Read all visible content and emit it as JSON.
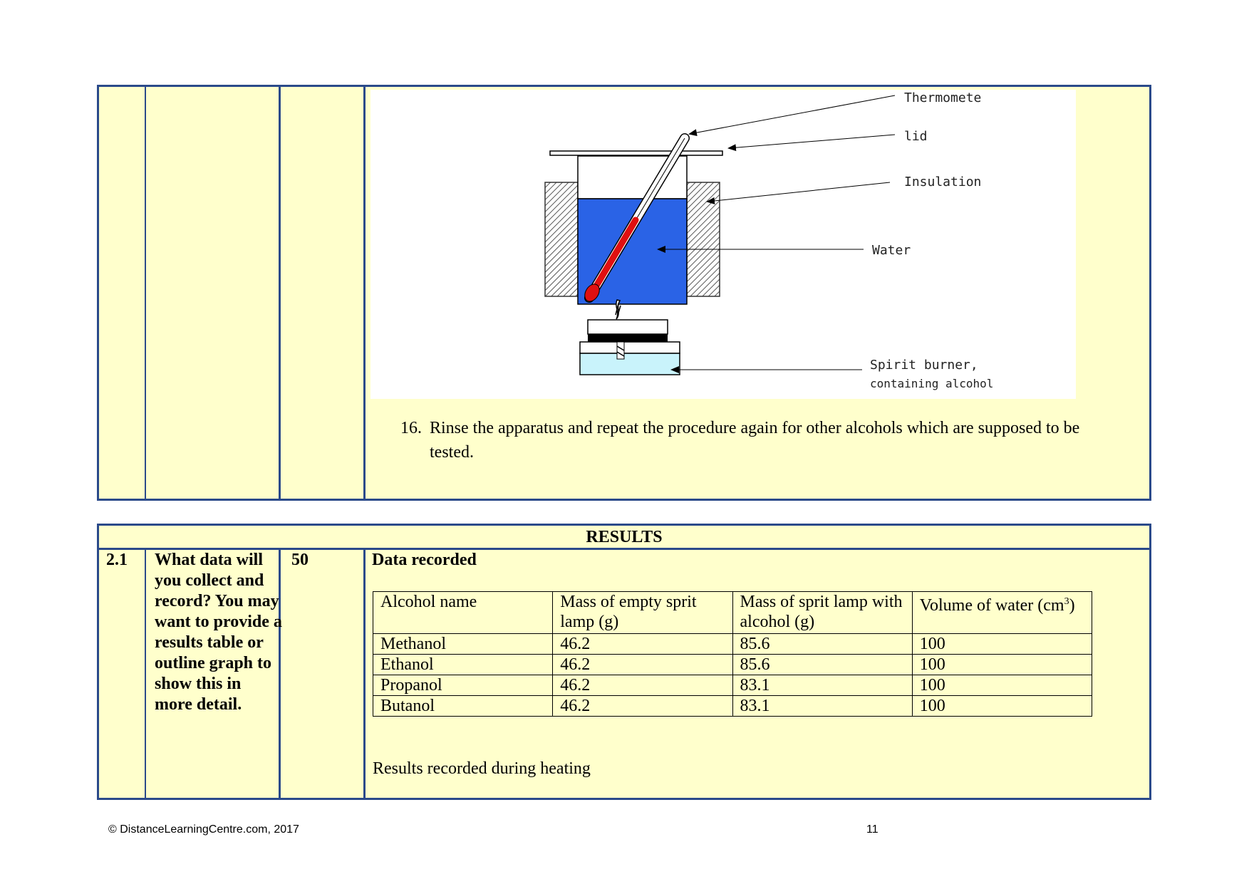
{
  "diagram": {
    "labels": {
      "thermometer": "Thermomete",
      "lid": "lid",
      "insulation": "Insulation",
      "water": "Water",
      "burner_line1": "Spirit burner,",
      "burner_line2": "containing alcohol"
    },
    "colors": {
      "water": "#2a63e6",
      "burner_fluid": "#c9f3fb",
      "thermometer_fluid": "#e01010",
      "insulation": "#b0b0b0"
    }
  },
  "step16": {
    "number": "16.",
    "text": "Rinse the apparatus and repeat the procedure again for other alcohols which are supposed to be tested."
  },
  "results": {
    "header": "RESULTS",
    "question_number": "2.1",
    "question_text": "What data will you collect and record? You may want to provide a results table or outline graph to show this in more detail.",
    "marks": "50",
    "data_recorded_title": "Data recorded",
    "table": {
      "headers": [
        "Alcohol name",
        "Mass of empty sprit lamp (g)",
        "Mass of sprit lamp with alcohol (g)",
        "Volume of water (cm",
        "3",
        ")"
      ],
      "rows": [
        [
          "Methanol",
          "46.2",
          "85.6",
          "100"
        ],
        [
          "Ethanol",
          "46.2",
          "85.6",
          "100"
        ],
        [
          "Propanol",
          "46.2",
          "83.1",
          "100"
        ],
        [
          "Butanol",
          "46.2",
          "83.1",
          "100"
        ]
      ]
    },
    "results_heating": "Results recorded during heating"
  },
  "footer": {
    "copyright": "© DistanceLearningCentre.com, 2017",
    "page_number": "11"
  }
}
